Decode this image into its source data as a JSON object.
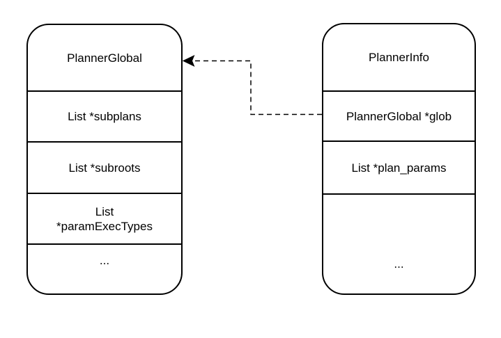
{
  "diagram": {
    "left_box": {
      "title": "PlannerGlobal",
      "fields": [
        "List *subplans",
        "List *subroots",
        "List\n*paramExecTypes",
        "..."
      ]
    },
    "right_box": {
      "title": "PlannerInfo",
      "fields": [
        "PlannerGlobal *glob",
        "List *plan_params",
        "..."
      ]
    },
    "connector": {
      "from": "PlannerGlobal *glob",
      "to": "PlannerGlobal",
      "line_style": "dashed",
      "arrowhead": "filled-triangle-left"
    },
    "colors": {
      "background": "#ffffff",
      "shape_fill": "#ffffff",
      "line": "#000000",
      "text": "#000000"
    }
  }
}
